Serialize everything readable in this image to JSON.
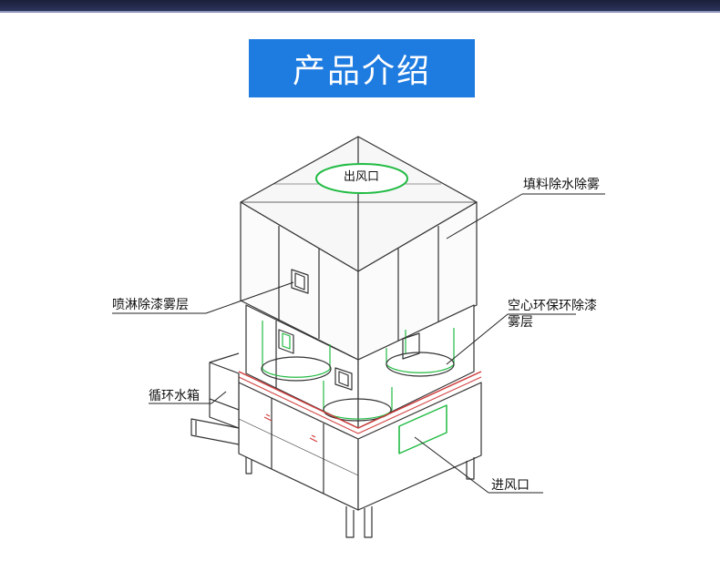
{
  "header": {
    "title": "产品介绍"
  },
  "labels": {
    "outlet": "出风口",
    "packing": "填料除水除雾",
    "spray": "喷淋除漆雾层",
    "hollow": "空心环保环除漆雾层",
    "tank": "循环水箱",
    "inlet": "进风口"
  },
  "colors": {
    "banner": "#1e7be0",
    "accent_green": "#22bb44",
    "accent_red": "#d23c3c",
    "line": "#333333"
  }
}
